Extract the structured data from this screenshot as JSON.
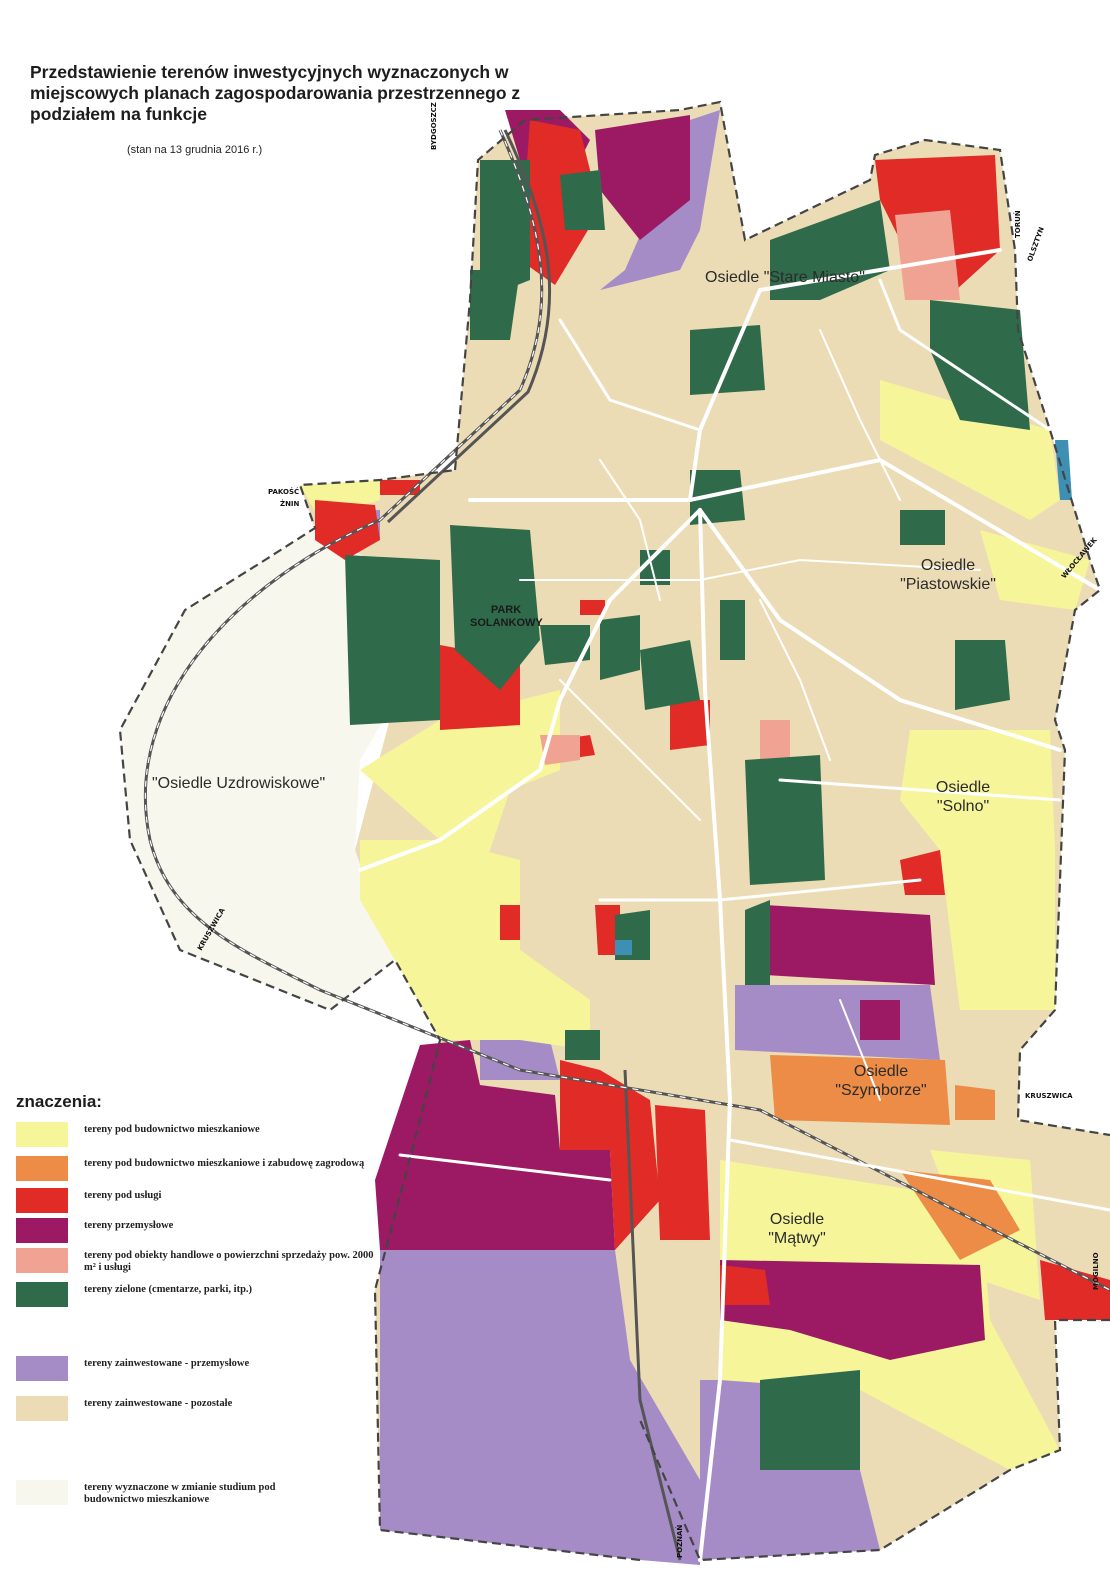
{
  "title": "Przedstawienie terenów inwestycyjnych wyznaczonych w miejscowych planach zagospodarowania przestrzennego z podziałem na funkcje",
  "subtitle": "(stan na 13 grudnia 2016 r.)",
  "colors": {
    "residential": "#f7f59a",
    "residential_farm": "#ec8c46",
    "services": "#e02b27",
    "industrial": "#9c1a64",
    "commercial": "#f0a392",
    "green": "#2f6b4b",
    "invested_industrial": "#a58cc6",
    "invested_other": "#ecdcb5",
    "study_change": "#f7f7ee",
    "road": "#ffffff",
    "boundary": "#444444",
    "railway": "#555555"
  },
  "districts": [
    {
      "name": "Osiedle \"Stare Miasto\""
    },
    {
      "name": "Osiedle \"Piastowskie\""
    },
    {
      "name": "\"Osiedle Uzdrowiskowe\""
    },
    {
      "name": "Osiedle \"Solno\""
    },
    {
      "name": "Osiedle \"Szymborze\""
    },
    {
      "name": "Osiedle \"Mątwy\""
    }
  ],
  "park": "PARK SOLANKOWY",
  "road_signs": {
    "bydgoszcz": "BYDGOSZCZ",
    "torun": "TORUŃ",
    "olsztyn": "OLSZTYN",
    "pakosc": "PAKOŚĆ",
    "znin": "ŻNIN",
    "wloclawek": "WŁOCŁAWEK",
    "poznan": "POZNAŃ",
    "kruszwica": "KRUSZWICA",
    "mogilno": "MOGILNO",
    "kruszwica2": "KRUSZWICA"
  },
  "legend": {
    "title": "znaczenia:",
    "items": [
      {
        "key": "residential",
        "label": "tereny pod budownictwo mieszkaniowe"
      },
      {
        "key": "residential_farm",
        "label": "tereny pod budownictwo mieszkaniowe i zabudowę zagrodową"
      },
      {
        "key": "services",
        "label": "tereny pod usługi"
      },
      {
        "key": "industrial",
        "label": "tereny przemysłowe"
      },
      {
        "key": "commercial",
        "label": "tereny pod obiekty handlowe o powierzchni sprzedaży pow. 2000 m² i usługi"
      },
      {
        "key": "green",
        "label": "tereny zielone (cmentarze, parki, itp.)"
      },
      {
        "key": "invested_industrial",
        "label": "tereny zainwestowane - przemysłowe"
      },
      {
        "key": "invested_other",
        "label": "tereny zainwestowane - pozostałe"
      },
      {
        "key": "study_change",
        "label": "tereny wyznaczone w zmianie studium pod budownictwo mieszkaniowe"
      }
    ]
  }
}
